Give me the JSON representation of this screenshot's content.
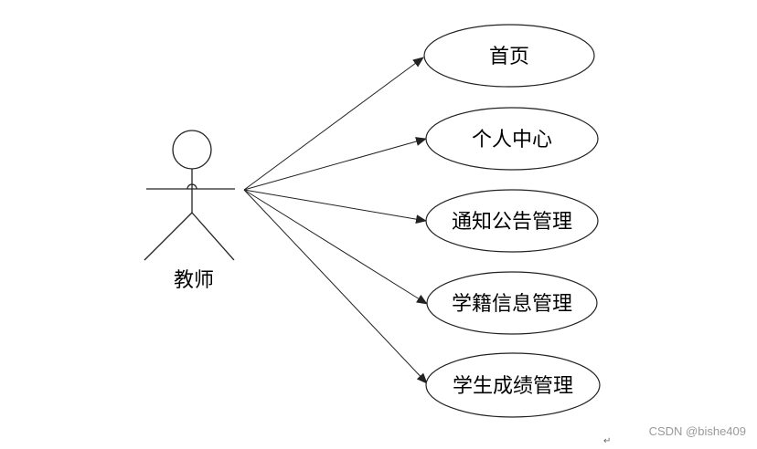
{
  "actor": {
    "label": "教师"
  },
  "use_cases": [
    {
      "label": "首页"
    },
    {
      "label": "个人中心"
    },
    {
      "label": "通知公告管理"
    },
    {
      "label": "学籍信息管理"
    },
    {
      "label": "学生成绩管理"
    }
  ],
  "watermark": "CSDN @bishe409",
  "paragraph_mark": "↵"
}
